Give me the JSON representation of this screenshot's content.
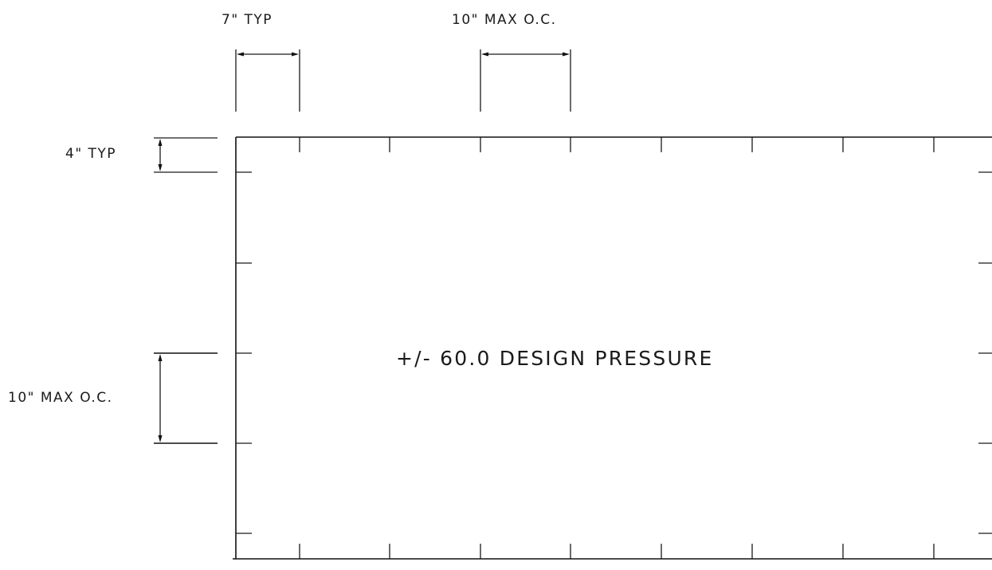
{
  "dimensions": {
    "top_left_label": "7\" TYP",
    "top_right_label": "10\" MAX O.C.",
    "left_top_label": "4\" TYP",
    "left_bottom_label": "10\" MAX O.C."
  },
  "panel": {
    "center_label": "+/- 60.0 DESIGN PRESSURE"
  },
  "colors": {
    "line": "#1a1a1a",
    "background": "#ffffff"
  }
}
